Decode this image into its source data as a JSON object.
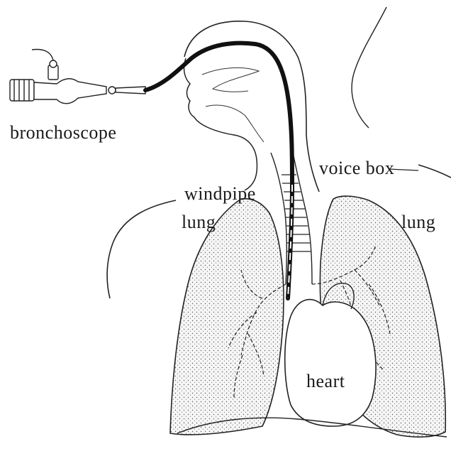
{
  "labels": {
    "bronchoscope": "bronchoscope",
    "voice_box": "voice box",
    "windpipe": "windpipe",
    "lung_left": "lung",
    "lung_right": "lung",
    "heart": "heart"
  },
  "colors": {
    "ink": "#1a1a1a",
    "scope_tube": "#111111",
    "lung_fill": "#dcdcdc",
    "background": "#ffffff"
  }
}
